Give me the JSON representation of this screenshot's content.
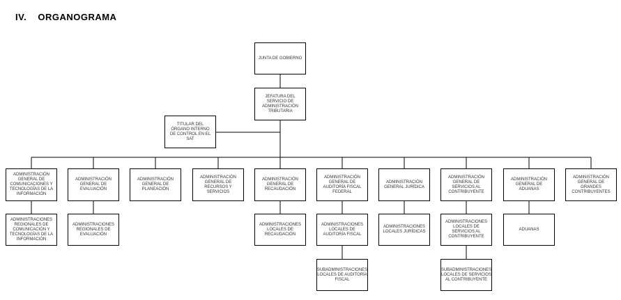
{
  "heading": {
    "number": "IV.",
    "title": "ORGANOGRAMA"
  },
  "nodes": {
    "junta": "JUNTA DE GOBIERNO",
    "jefatura": "JEFATURA DEL SERVICIO DE ADMINISTRACIÓN TRIBUTARIA",
    "titular": "TITULAR DEL ÓRGANO INTERNO DE CONTROL EN EL SAT",
    "ag_comunicaciones": "ADMINISTRACIÓN GENERAL DE COMUNICACIONES Y TECNOLOGÍAS DE LA INFORMACIÓN",
    "ag_evaluacion": "ADMINISTRACIÓN GENERAL DE EVALUACIÓN",
    "ag_planeacion": "ADMINISTRACIÓN GENERAL DE PLANEACIÓN",
    "ag_recursos": "ADMINISTRACIÓN GENERAL DE RECURSOS Y SERVICIOS",
    "ag_recaudacion": "ADMINISTRACIÓN GENERAL DE RECAUDACIÓN",
    "ag_auditoria": "ADMINISTRACIÓN GENERAL DE AUDITORÍA FISCAL FEDERAL",
    "ag_juridica": "ADMINISTRACIÓN GENERAL JURÍDICA",
    "ag_servicios": "ADMINISTRACIÓN GENERAL DE SERVICIOS AL CONTRIBUYENTE",
    "ag_aduanas": "ADMINISTRACIÓN GENERAL DE ADUANAS",
    "ag_grandes": "ADMINISTRACIÓN GENERAL DE GRANDES CONTRIBUYENTES",
    "ar_comunicacion": "ADMINISTRACIONES REGIONALES DE COMUNICACIÓN Y TECNOLOGÍAS DE LA INFORMACIÓN",
    "ar_evaluacion": "ADMINISTRACIONES REGIONALES DE EVALUACIÓN",
    "al_recaudacion": "ADMINISTRACIONES LOCALES DE RECAUDACIÓN",
    "al_auditoria": "ADMINISTRACIONES LOCALES DE AUDITORÍA FISCAL",
    "al_juridicas": "ADMINISTRACIONES LOCALES JURÍDICAS",
    "al_servicios": "ADMINISTRACIONES LOCALES DE SERVICIOS AL CONTRIBUYENTE",
    "aduanas": "ADUANAS",
    "sub_auditoria": "SUBADMINISTRACIONES LOCALES DE AUDITORÍA FISCAL",
    "sub_servicios": "SUBADMINISTRACIONES LOCALES DE SERVICIOS AL CONTRIBUYENTE"
  }
}
